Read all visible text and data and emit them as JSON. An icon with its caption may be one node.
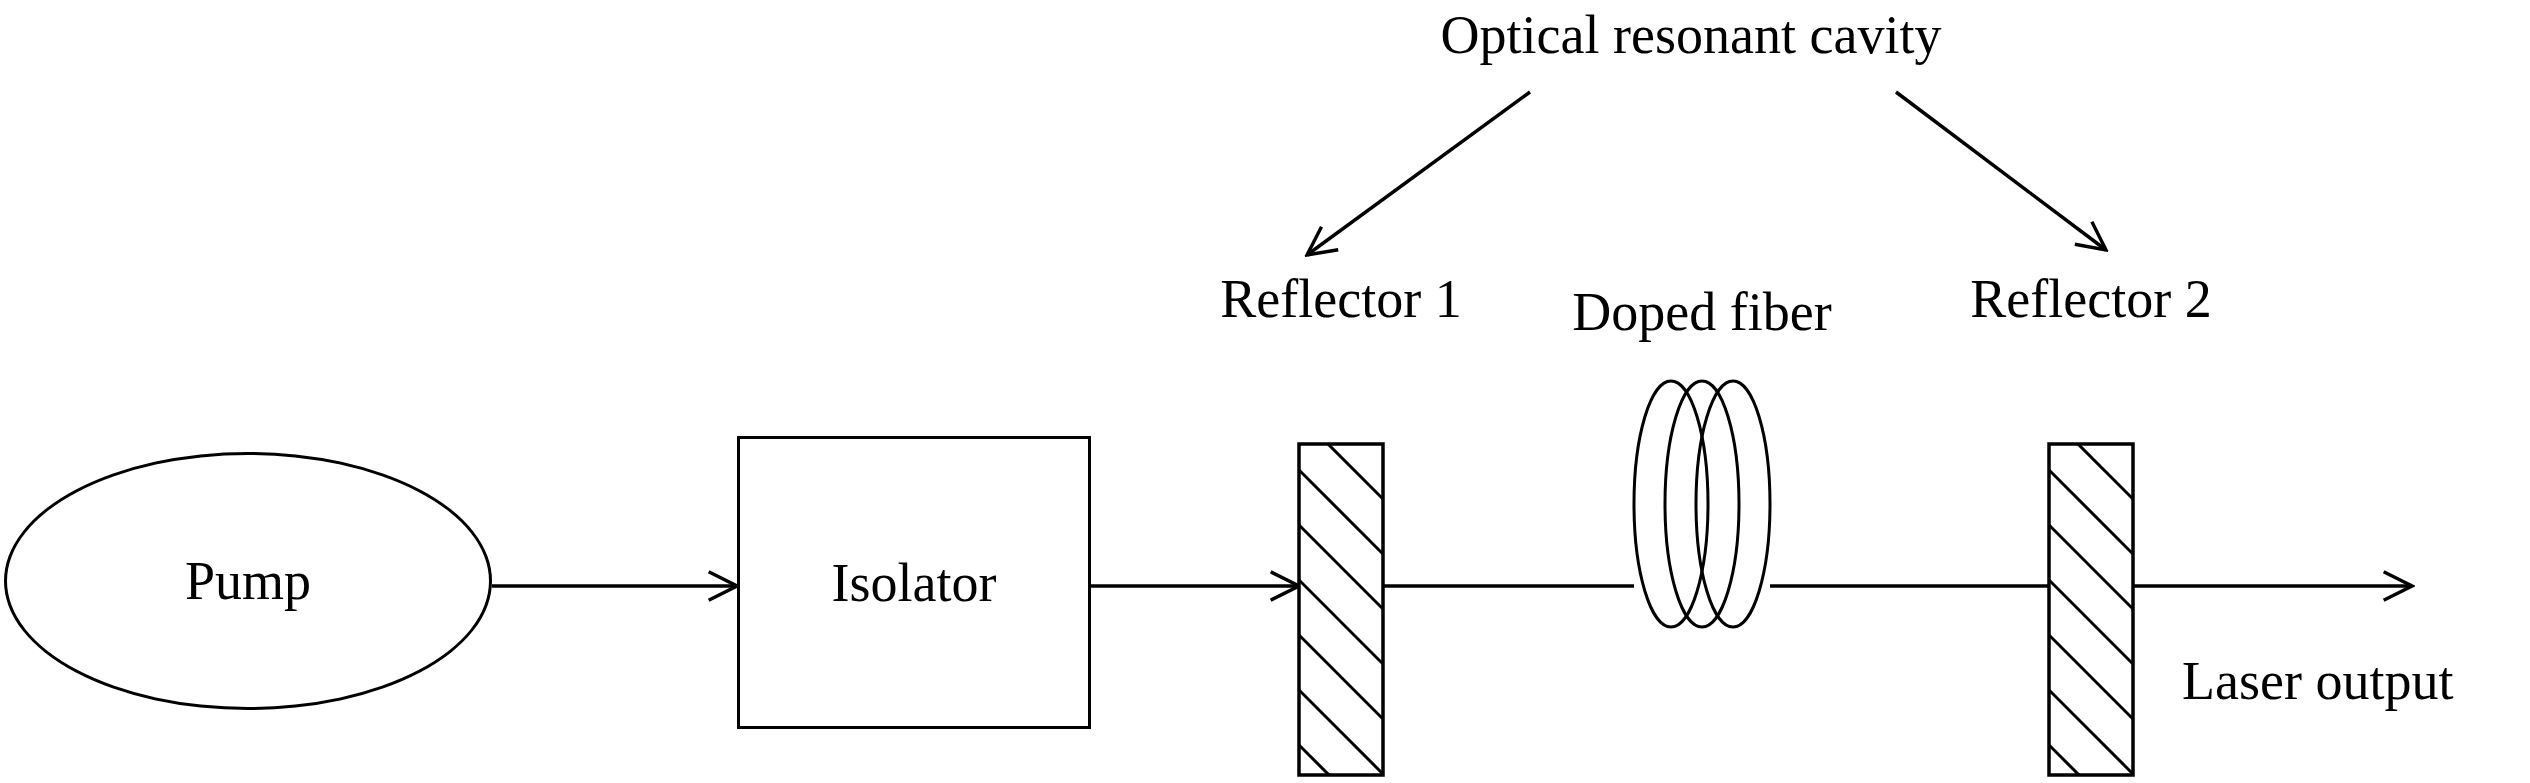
{
  "diagram": {
    "nodes": [
      {
        "text": [
          "Pump"
        ]
      },
      {
        "text": [
          "Isolator"
        ]
      },
      {
        "text": [
          "Reflector 1"
        ]
      },
      {
        "text": [
          "Doped fiber"
        ]
      },
      {
        "text": [
          "Reflector 2"
        ]
      },
      {
        "text": [
          "Optical resonant cavity"
        ]
      }
    ],
    "edges": [
      {
        "from": 0,
        "to": 1,
        "arrow": "to"
      },
      {
        "from": 1,
        "to": 2,
        "arrow": "to"
      },
      {
        "from": 2,
        "to": 3,
        "arrow": "none"
      },
      {
        "from": 3,
        "to": 4,
        "arrow": "none"
      },
      {
        "from": 4,
        "to": null,
        "arrow": "to",
        "label": "Laser output"
      },
      {
        "from": 5,
        "to": 2,
        "arrow": "to"
      },
      {
        "from": 5,
        "to": 4,
        "arrow": "to"
      }
    ]
  }
}
